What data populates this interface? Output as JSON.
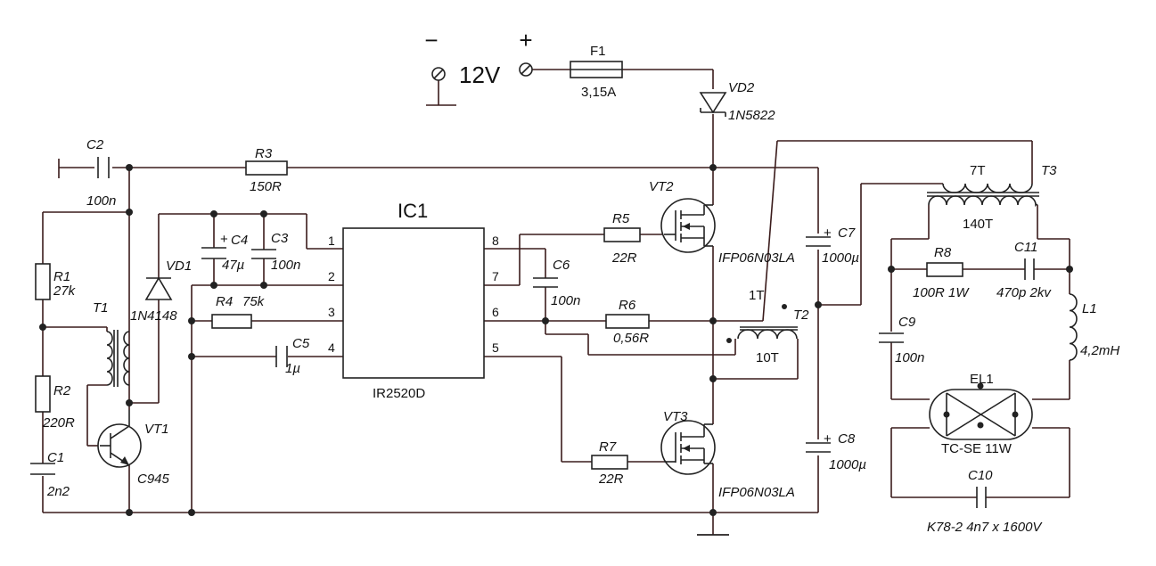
{
  "supply": {
    "minus": "−",
    "plus": "+",
    "voltage": "12V"
  },
  "fuse": {
    "ref": "F1",
    "value": "3,15A"
  },
  "vd2": {
    "ref": "VD2",
    "part": "1N5822"
  },
  "vd1": {
    "ref": "VD1",
    "part": "1N4148"
  },
  "ic1": {
    "ref": "IC1",
    "part": "IR2520D",
    "pins": [
      "1",
      "2",
      "3",
      "4",
      "5",
      "6",
      "7",
      "8"
    ]
  },
  "c1": {
    "ref": "C1",
    "value": "2n2"
  },
  "c2": {
    "ref": "C2",
    "value": "100n"
  },
  "c3": {
    "ref": "C3",
    "value": "100n"
  },
  "c4": {
    "ref": "C4",
    "value": "47µ",
    "polarity": "+"
  },
  "c5": {
    "ref": "C5",
    "value": "1µ"
  },
  "c6": {
    "ref": "C6",
    "value": "100n"
  },
  "c7": {
    "ref": "C7",
    "value": "1000µ",
    "polarity": "+"
  },
  "c8": {
    "ref": "C8",
    "value": "1000µ",
    "polarity": "+"
  },
  "c9": {
    "ref": "C9",
    "value": "100n"
  },
  "c10": {
    "ref": "C10",
    "value": "K78-2  4n7 x 1600V"
  },
  "c11": {
    "ref": "C11",
    "value": "470p 2kv"
  },
  "r1": {
    "ref": "R1",
    "value": "27k"
  },
  "r2": {
    "ref": "R2",
    "value": "220R"
  },
  "r3": {
    "ref": "R3",
    "value": "150R"
  },
  "r4": {
    "ref": "R4",
    "value": "75k"
  },
  "r5": {
    "ref": "R5",
    "value": "22R"
  },
  "r6": {
    "ref": "R6",
    "value": "0,56R"
  },
  "r7": {
    "ref": "R7",
    "value": "22R"
  },
  "r8": {
    "ref": "R8",
    "value": "100R 1W"
  },
  "t1": {
    "ref": "T1"
  },
  "t2": {
    "ref": "T2",
    "primary": "1T",
    "secondary": "10T"
  },
  "t3": {
    "ref": "T3",
    "primary": "7T",
    "secondary": "140T"
  },
  "l1": {
    "ref": "L1",
    "value": "4,2mH"
  },
  "vt1": {
    "ref": "VT1",
    "part": "C945"
  },
  "vt2": {
    "ref": "VT2",
    "part": "IFP06N03LA"
  },
  "vt3": {
    "ref": "VT3",
    "part": "IFP06N03LA"
  },
  "el1": {
    "ref": "EL1",
    "part": "TC-SE 11W"
  },
  "colors": {
    "wire": "#3a1b1b",
    "component": "#222222",
    "background": "#ffffff"
  }
}
